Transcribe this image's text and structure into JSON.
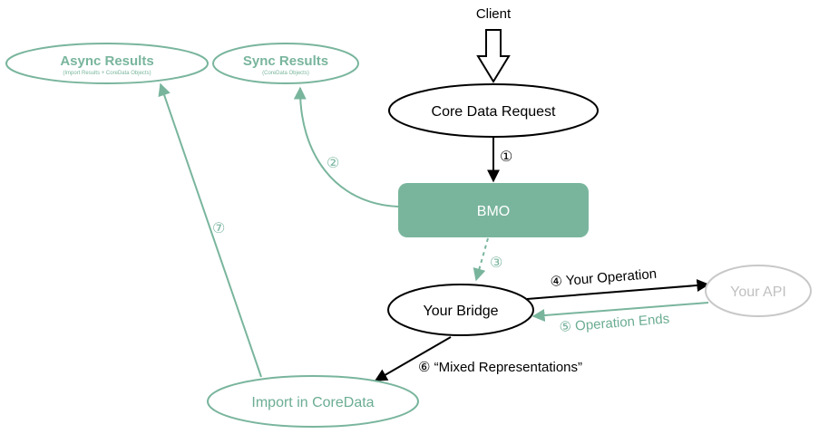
{
  "colors": {
    "green": "#79b59d",
    "green_text": "#6cad93",
    "grey": "#c8c8c8",
    "grey_text": "#bdbdbd",
    "black": "#000000",
    "white": "#ffffff"
  },
  "nodes": {
    "client": "Client",
    "core_data_request": "Core Data Request",
    "bmo": "BMO",
    "your_bridge": "Your Bridge",
    "your_api": "Your API",
    "import_coredata": "Import in CoreData",
    "sync_results": {
      "title": "Sync Results",
      "subtitle": "(CoreData Objects)"
    },
    "async_results": {
      "title": "Async Results",
      "subtitle": "(Import Results + CoreData Objects)"
    }
  },
  "steps": {
    "s1": "①",
    "s2": "②",
    "s3": "③",
    "s4": "④ Your Operation",
    "s5": "⑤ Operation Ends",
    "s6": "⑥ “Mixed Representations”",
    "s7": "⑦"
  }
}
